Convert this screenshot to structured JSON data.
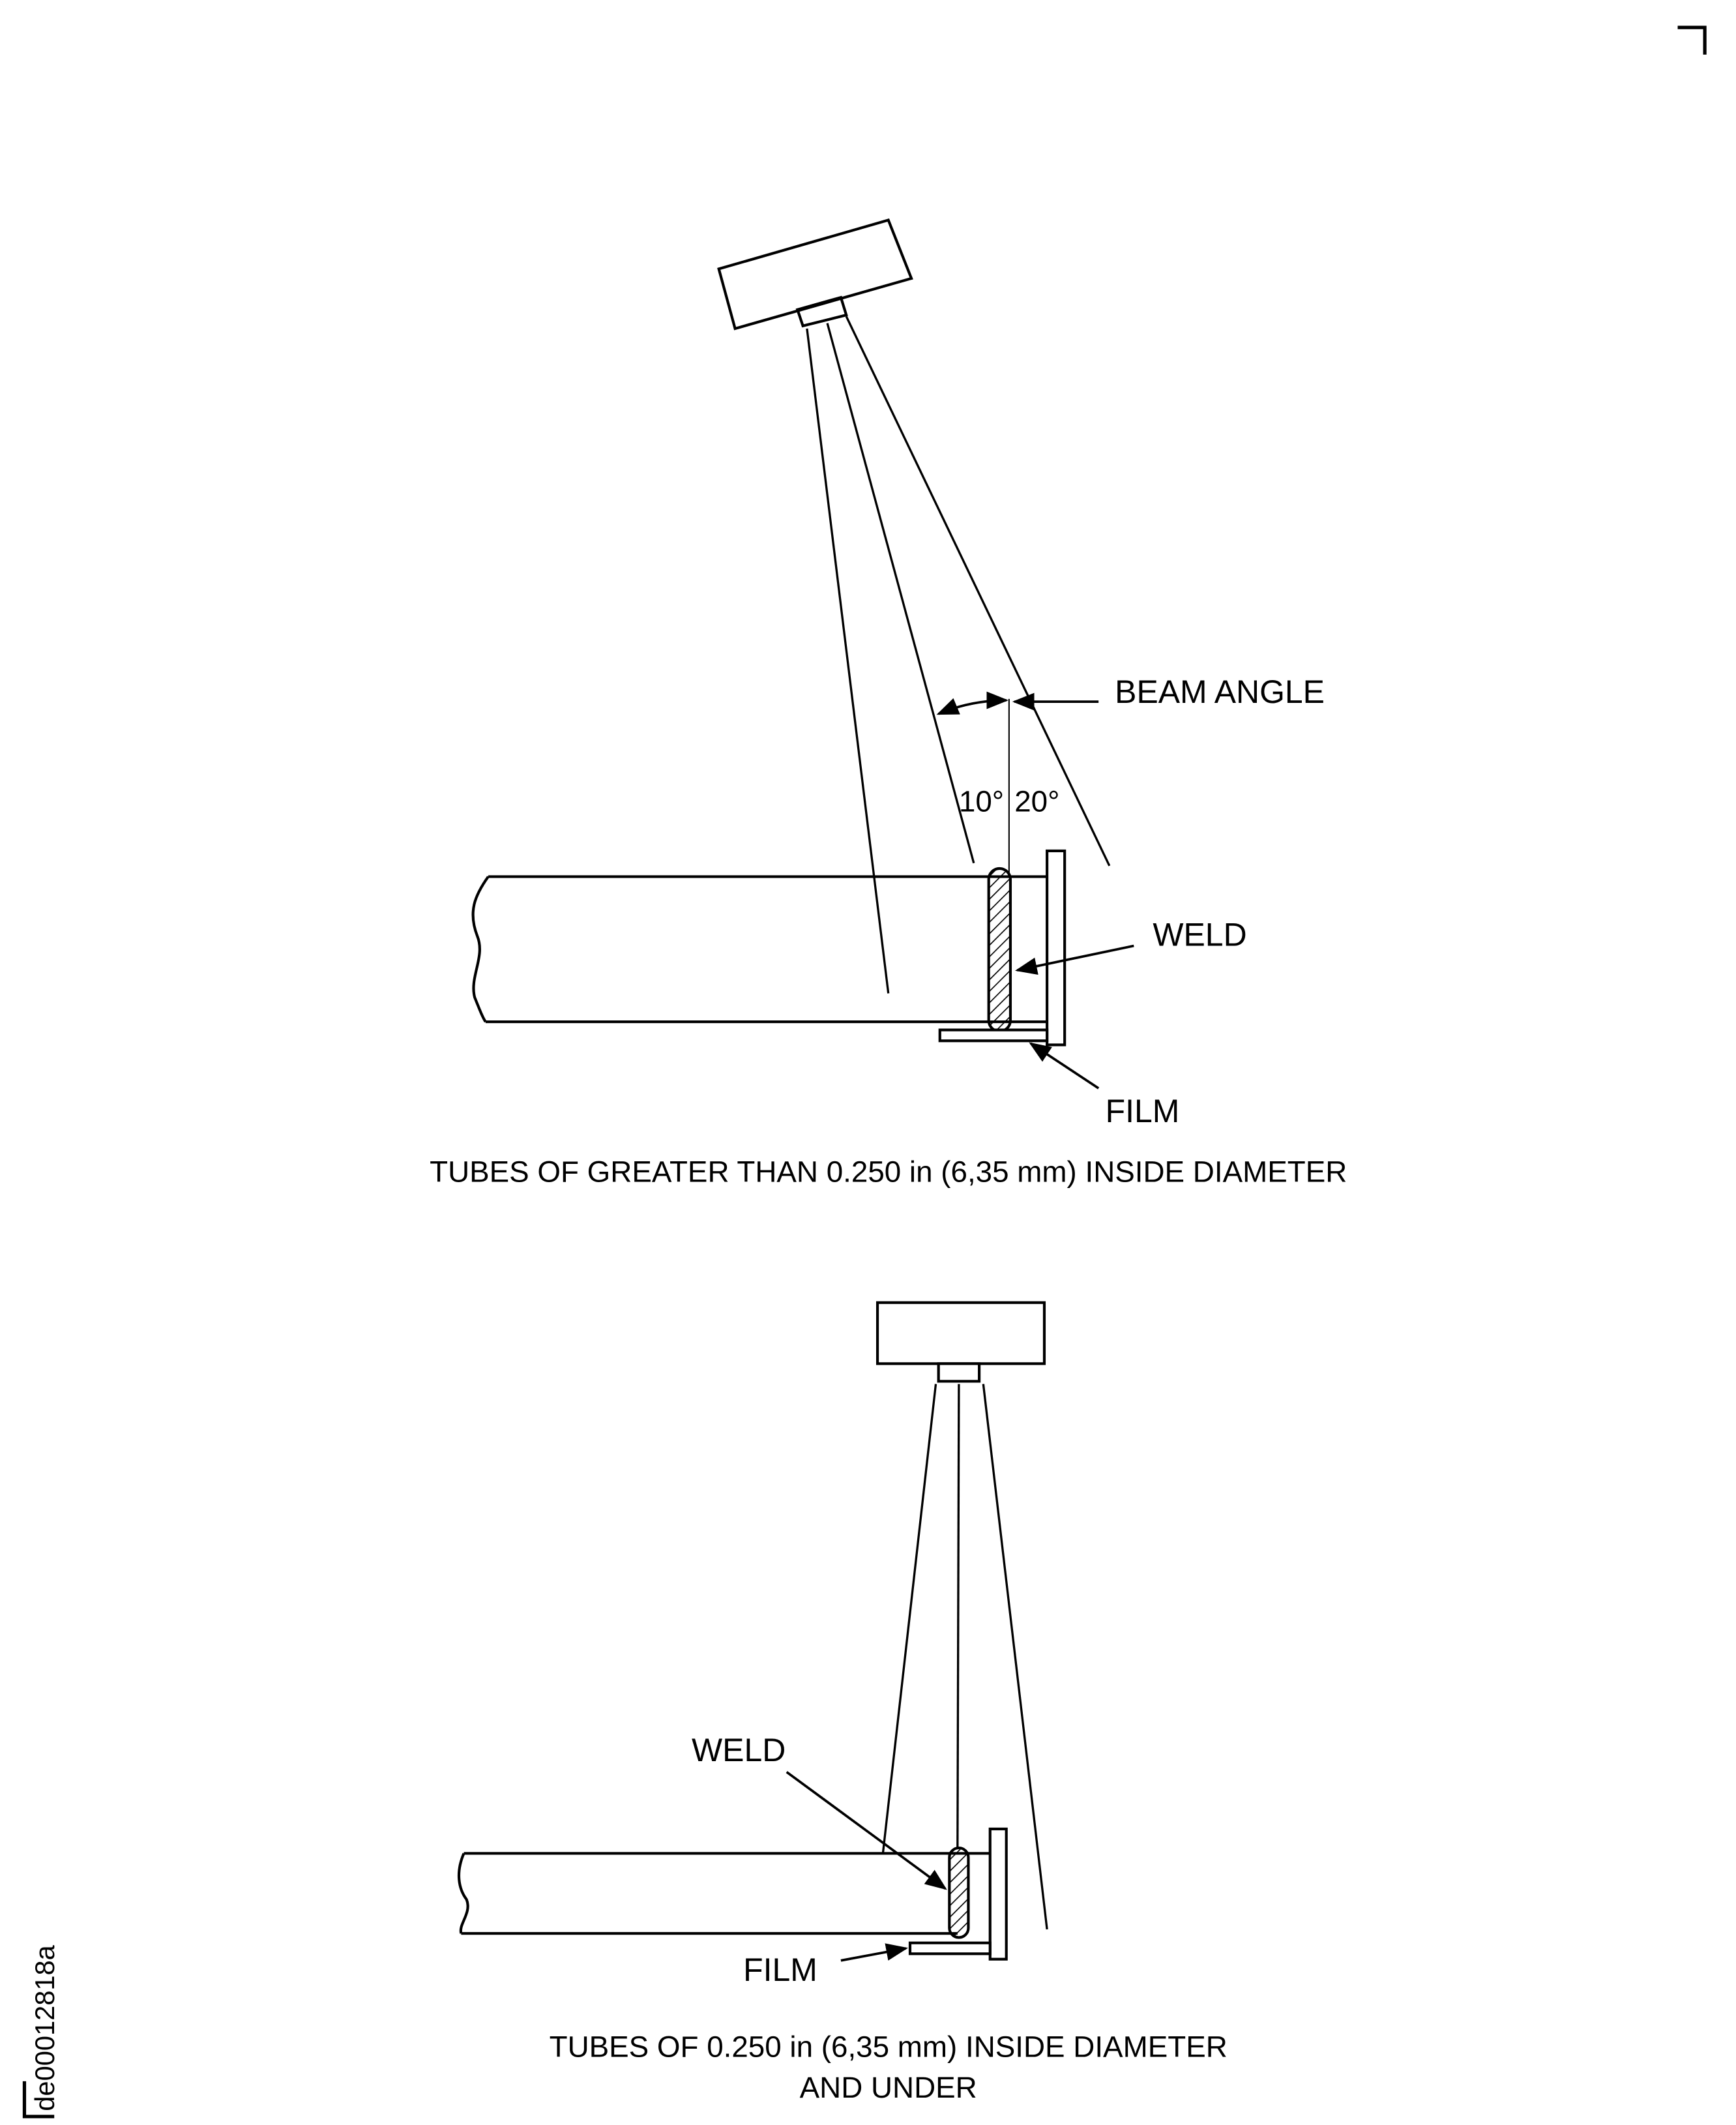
{
  "top_figure": {
    "beam_angle_label": "BEAM ANGLE",
    "angle_left": "10°",
    "angle_right": "20°",
    "weld_label": "WELD",
    "film_label": "FILM",
    "caption": "TUBES OF GREATER THAN 0.250 in (6,35 mm) INSIDE DIAMETER"
  },
  "bottom_figure": {
    "weld_label": "WELD",
    "film_label": "FILM",
    "caption_line1": "TUBES OF 0.250 in (6,35 mm) INSIDE DIAMETER",
    "caption_line2": "AND UNDER"
  },
  "figure_id": "de00012818a",
  "colors": {
    "ink": "#000000",
    "paper": "#ffffff"
  }
}
